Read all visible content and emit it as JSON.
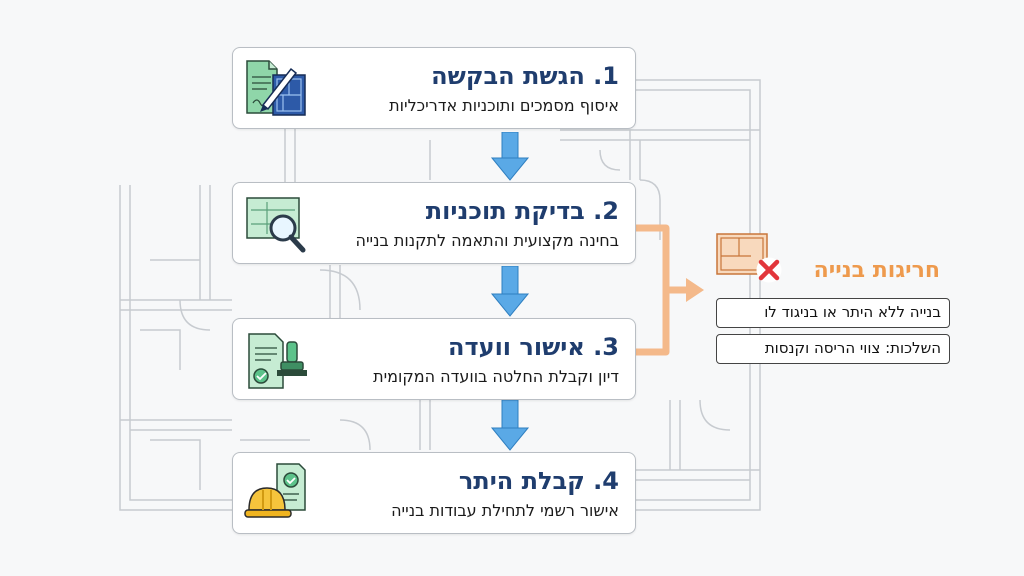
{
  "steps": [
    {
      "title": "1. הגשת הבקשה",
      "subtitle": "איסוף מסמכים ותוכניות אדריכליות",
      "icon": "blueprint-document-icon"
    },
    {
      "title": "2. בדיקת תוכניות",
      "subtitle": "בחינה מקצועית והתאמה לתקנות בנייה",
      "icon": "magnifier-plan-icon"
    },
    {
      "title": "3. אישור וועדה",
      "subtitle": "דיון וקבלת החלטה בוועדה המקומית",
      "icon": "stamp-approval-icon"
    },
    {
      "title": "4. קבלת היתר",
      "subtitle": "אישור רשמי לתחילת עבודות בנייה",
      "icon": "hardhat-permit-icon"
    }
  ],
  "violations": {
    "title": "חריגות בנייה",
    "icon": "plan-x-icon",
    "items": [
      "בנייה ללא היתר או בניגוד לו",
      "השלכות: צווי הריסה וקנסות"
    ]
  },
  "colors": {
    "title_blue": "#1f3d6e",
    "arrow_blue": "#5aa9e6",
    "orange": "#ee9a4d",
    "green": "#5cc28a",
    "navy": "#1f4b8f"
  }
}
